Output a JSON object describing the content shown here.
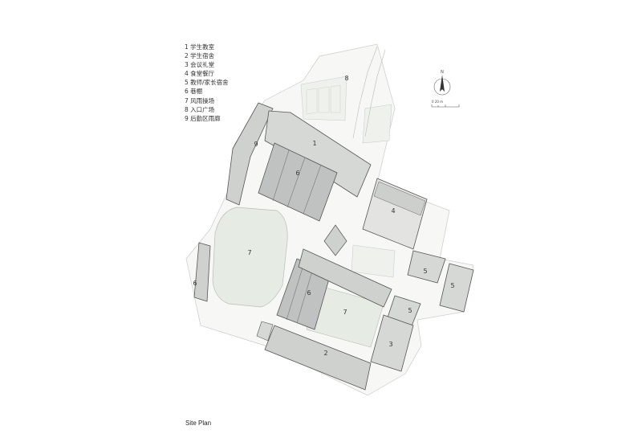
{
  "legend": [
    "1 学生教室",
    "2 学生宿舍",
    "3 会议礼堂",
    "4 食堂餐厅",
    "5 教师/家长宿舍",
    "6 巷棚",
    "7 风雨操场",
    "8 入口广场",
    "9 后勤区雨廊"
  ],
  "caption": "Site Plan",
  "plan_labels": {
    "b1": "1",
    "b2": "2",
    "b3": "3",
    "b4": "4",
    "b5a": "5",
    "b5b": "5",
    "b5c": "5",
    "b6a": "6",
    "b6b": "6",
    "b6c": "6",
    "b7a": "7",
    "b7b": "7",
    "b8": "8",
    "b9": "9"
  },
  "north_label": "N",
  "scale_label": "0  20 m"
}
